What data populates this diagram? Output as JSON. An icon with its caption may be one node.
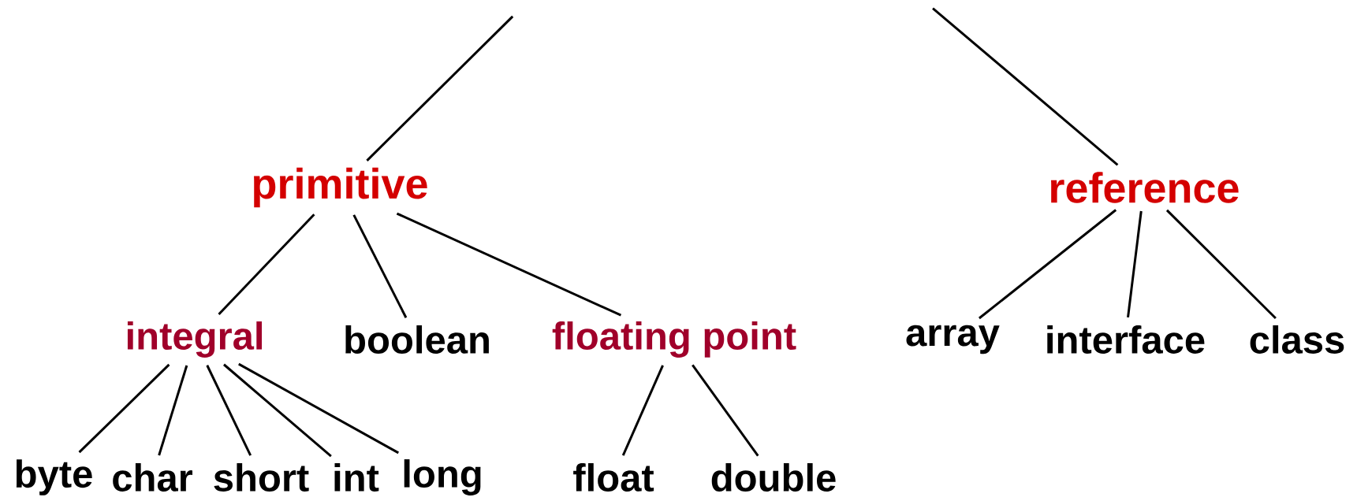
{
  "diagram": {
    "nodes": [
      {
        "text": [
          "primitive"
        ]
      },
      {
        "text": [
          "reference"
        ]
      },
      {
        "text": [
          "integral"
        ]
      },
      {
        "text": [
          "boolean"
        ]
      },
      {
        "text": [
          "floating point"
        ]
      },
      {
        "text": [
          "array"
        ]
      },
      {
        "text": [
          "interface"
        ]
      },
      {
        "text": [
          "class"
        ]
      },
      {
        "text": [
          "byte"
        ]
      },
      {
        "text": [
          "char"
        ]
      },
      {
        "text": [
          "short"
        ]
      },
      {
        "text": [
          "int"
        ]
      },
      {
        "text": [
          "long"
        ]
      },
      {
        "text": [
          "float"
        ]
      },
      {
        "text": [
          "double"
        ]
      }
    ],
    "edges": [
      {
        "from": null,
        "to": 0,
        "arrow": "none"
      },
      {
        "from": null,
        "to": 1,
        "arrow": "none"
      },
      {
        "from": 0,
        "to": 2,
        "arrow": "none"
      },
      {
        "from": 0,
        "to": 3,
        "arrow": "none"
      },
      {
        "from": 0,
        "to": 4,
        "arrow": "none"
      },
      {
        "from": 1,
        "to": 5,
        "arrow": "none"
      },
      {
        "from": 1,
        "to": 6,
        "arrow": "none"
      },
      {
        "from": 1,
        "to": 7,
        "arrow": "none"
      },
      {
        "from": 2,
        "to": 8,
        "arrow": "none"
      },
      {
        "from": 2,
        "to": 9,
        "arrow": "none"
      },
      {
        "from": 2,
        "to": 10,
        "arrow": "none"
      },
      {
        "from": 2,
        "to": 11,
        "arrow": "none"
      },
      {
        "from": 2,
        "to": 12,
        "arrow": "none"
      },
      {
        "from": 4,
        "to": 13,
        "arrow": "none"
      },
      {
        "from": 4,
        "to": 14,
        "arrow": "none"
      }
    ]
  }
}
